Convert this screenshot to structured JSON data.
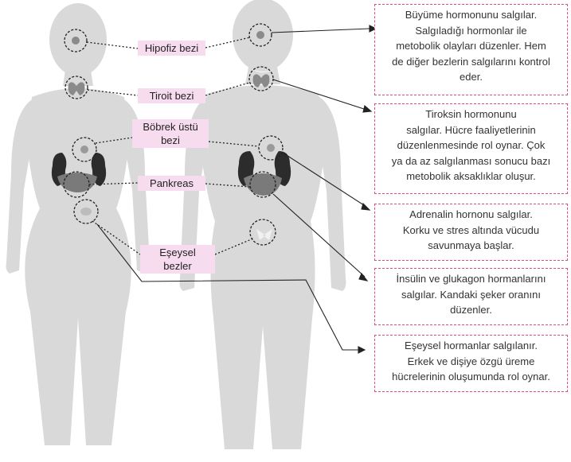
{
  "colors": {
    "label_bg": "#f6dcee",
    "box_border": "#e04a8a",
    "body_fill": "#d9d9d9",
    "organ_dark": "#2c2c2c",
    "organ_mid": "#7a7a7a"
  },
  "labels": {
    "hipofiz": "Hipofiz bezi",
    "tiroit": "Tiroit bezi",
    "bobrek_line1": "Böbrek üstü",
    "bobrek_line2": "bezi",
    "pankreas": "Pankreas",
    "eseysel_line1": "Eşeysel",
    "eseysel_line2": "bezler"
  },
  "descriptions": {
    "hipofiz": [
      "Büyüme hormonunu salgılar.",
      "Salgıladığı hormonlar ile",
      "metobolik olayları düzenler. Hem",
      "de diğer bezlerin salgılarını kontrol",
      "eder."
    ],
    "tiroit": [
      "Tiroksin hormonunu",
      "salgılar. Hücre faaliyetlerinin",
      "düzenlenmesinde rol oynar. Çok",
      "ya da az salgılanması sonucu bazı",
      "metobolik aksaklıklar oluşur."
    ],
    "bobrek": [
      "Adrenalin hornonu salgılar.",
      "Korku ve stres altında vücudu",
      "savunmaya başlar."
    ],
    "pankreas": [
      "İnsülin ve glukagon hormanlarını",
      "salgılar. Kandaki şeker oranını",
      "düzenler."
    ],
    "eseysel": [
      "Eşeysel hormanlar salgılanır.",
      "Erkek ve dişiye özgü üreme",
      "hücrelerinin oluşumunda rol oynar."
    ]
  }
}
